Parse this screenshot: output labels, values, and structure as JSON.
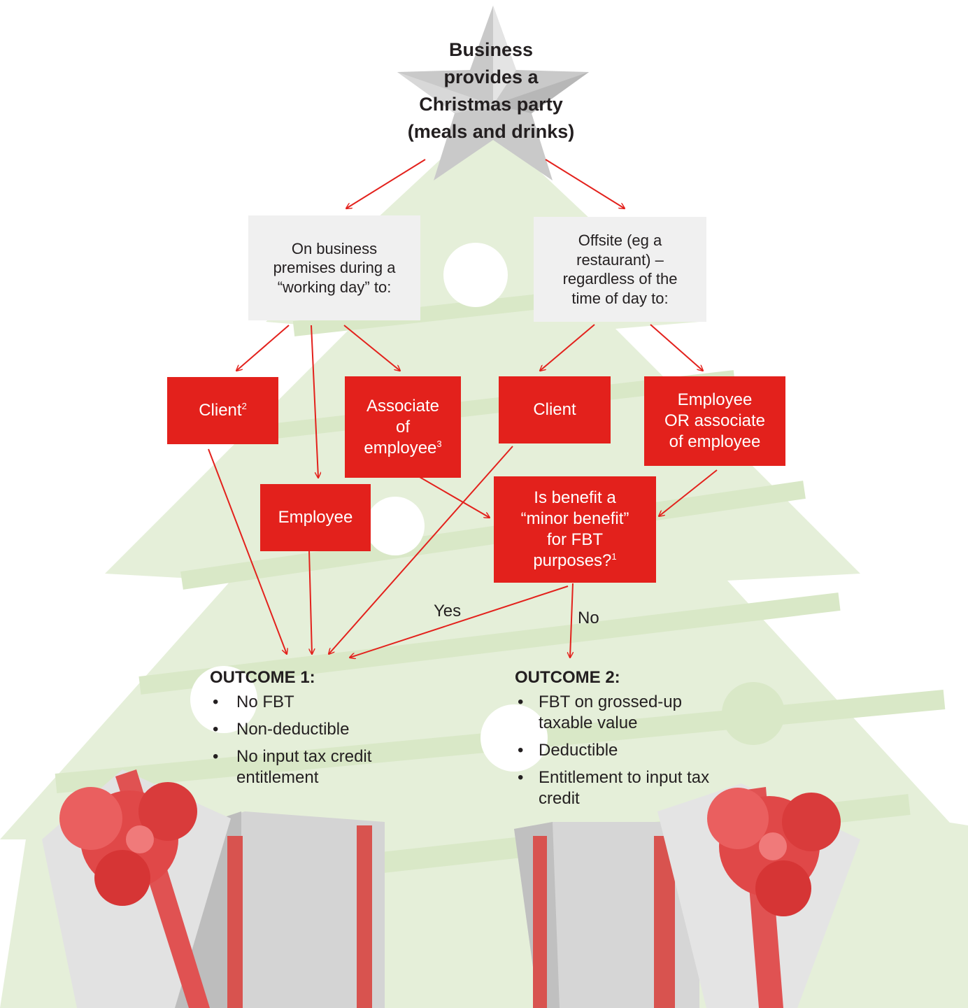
{
  "start": {
    "lines": [
      "Business",
      "provides a",
      "Christmas party",
      "(meals and drinks)"
    ]
  },
  "branches": {
    "premises": [
      "On business",
      "premises during a",
      "“working day” to:"
    ],
    "offsite": [
      "Offsite (eg a",
      "restaurant) –",
      "regardless of the",
      "time of day to:"
    ]
  },
  "recipients": {
    "client_premises": {
      "text": "Client",
      "note": "2"
    },
    "employee_premises": "Employee",
    "associate_premises": {
      "lines": [
        "Associate",
        "of",
        "employee"
      ],
      "note": "3"
    },
    "client_offsite": "Client",
    "employee_associate_offsite": [
      "Employee",
      "OR associate",
      "of employee"
    ]
  },
  "decision": {
    "lines": [
      "Is benefit a",
      "“minor benefit”",
      "for FBT",
      "purposes?"
    ],
    "note": "1",
    "yes_label": "Yes",
    "no_label": "No"
  },
  "outcome1": {
    "title": "OUTCOME 1:",
    "items": [
      "No FBT",
      "Non-deductible",
      "No input tax credit entitlement"
    ]
  },
  "outcome2": {
    "title": "OUTCOME 2:",
    "items": [
      "FBT on grossed-up taxable value",
      "Deductible",
      "Entitlement to input tax credit"
    ]
  },
  "colors": {
    "accent_red": "#e3211c",
    "arrow_red": "#e3211c",
    "grey_box": "#f0f0f0",
    "tree_green": "#e5efd9",
    "text": "#231f20"
  },
  "decorations": [
    "star",
    "christmas-tree",
    "gift-box-left",
    "gift-box-right"
  ]
}
